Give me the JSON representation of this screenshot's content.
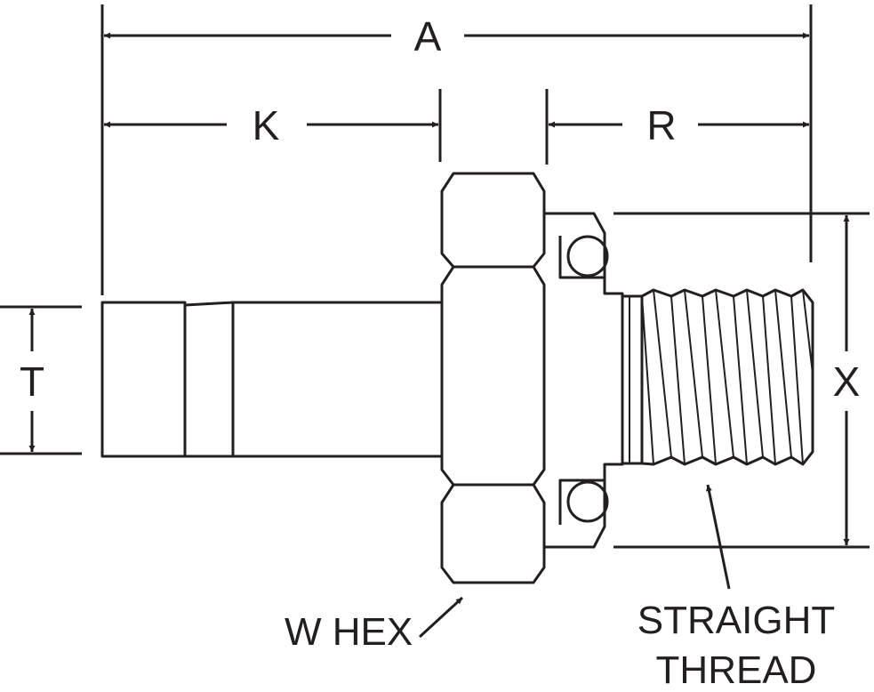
{
  "dimensions": {
    "A": "A",
    "K": "K",
    "R": "R",
    "T": "T",
    "X": "X"
  },
  "callouts": {
    "hex": "W HEX",
    "thread_line1": "STRAIGHT",
    "thread_line2": "THREAD"
  },
  "colors": {
    "ink": "#231f20",
    "background": "#ffffff"
  }
}
